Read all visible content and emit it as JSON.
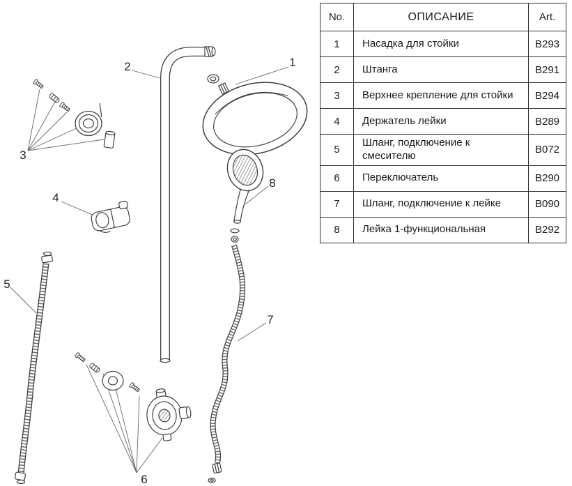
{
  "colors": {
    "ink": "#3f3f3f",
    "text": "#1a1a1a"
  },
  "diagram": {
    "callouts": [
      "1",
      "2",
      "3",
      "4",
      "5",
      "6",
      "7",
      "8"
    ]
  },
  "table": {
    "headers": {
      "no": "No.",
      "description": "ОПИСАНИЕ",
      "art": "Art."
    },
    "rows": [
      {
        "no": "1",
        "description": "Насадка для стойки",
        "art": "B293"
      },
      {
        "no": "2",
        "description": "Штанга",
        "art": "B291"
      },
      {
        "no": "3",
        "description": "Верхнее крепление для стойки",
        "art": "B294"
      },
      {
        "no": "4",
        "description": "Держатель лейки",
        "art": "B289"
      },
      {
        "no": "5",
        "description": "Шланг, подключение к смесителю",
        "art": "B072"
      },
      {
        "no": "6",
        "description": "Переключатель",
        "art": "B290"
      },
      {
        "no": "7",
        "description": "Шланг, подключение к лейке",
        "art": "B090"
      },
      {
        "no": "8",
        "description": "Лейка 1-функциональная",
        "art": "B292"
      }
    ]
  }
}
